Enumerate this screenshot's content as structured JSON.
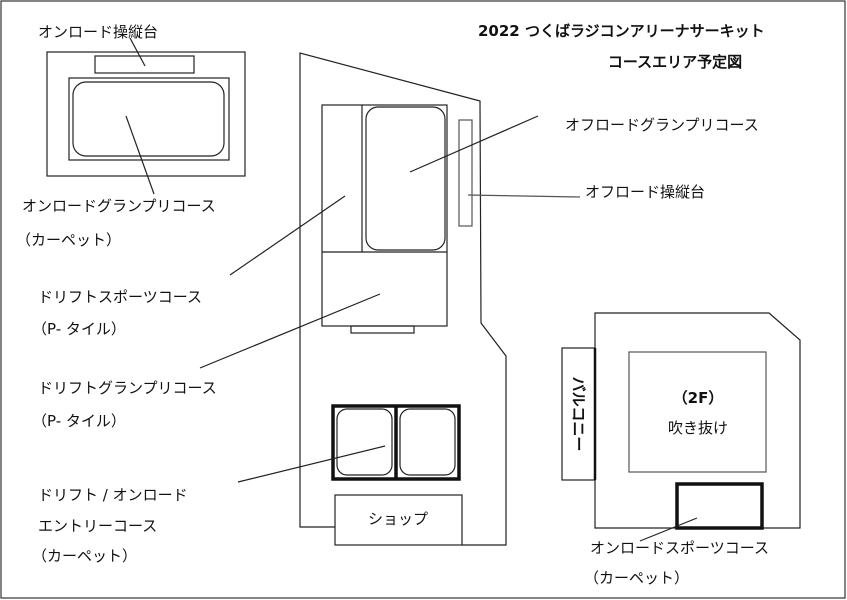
{
  "title": {
    "line1": "2022 つくばラジコンアリーナサーキット",
    "line2": "コースエリア予定図"
  },
  "labels": {
    "onroad_driver_stand": "オンロード操縦台",
    "onroad_gp_course": "オンロードグランプリコース",
    "onroad_gp_surface": "（カーペット）",
    "drift_sports_course": "ドリフトスポーツコース",
    "drift_sports_surface": "（P- タイル）",
    "drift_gp_course": "ドリフトグランプリコース",
    "drift_gp_surface": "（P- タイル）",
    "entry_course_line1": "ドリフト / オンロード",
    "entry_course_line2": "エントリーコース",
    "entry_course_surface": "（カーペット）",
    "offroad_gp_course": "オフロードグランプリコース",
    "offroad_driver_stand": "オフロード操縦台",
    "shop": "ショップ",
    "balcony": "バルコニー",
    "floor": "（2F）",
    "atrium": "吹き抜け",
    "onroad_sports_course": "オンロードスポーツコース",
    "onroad_sports_surface": "（カーペット）"
  }
}
